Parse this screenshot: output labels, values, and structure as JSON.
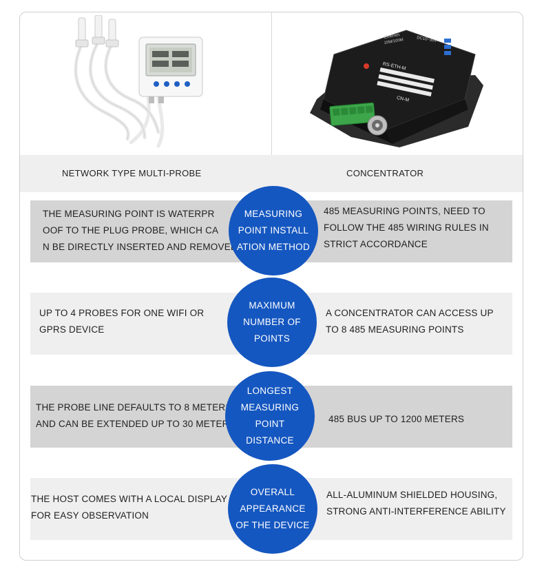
{
  "columns": {
    "left": "NETWORK TYPE MULTI-PROBE",
    "right": "CONCENTRATOR"
  },
  "device_labels": {
    "concentrator_brand_1": "Ethernet",
    "concentrator_brand_2": "10M/100M",
    "concentrator_power": "DC10~30V",
    "concentrator_model": "RS-ETH-M",
    "concentrator_tag": "CN-M"
  },
  "rows": [
    {
      "circle": "MEASURING\nPOINT INSTALL\nATION METHOD",
      "left": "THE MEASURING POINT IS WATERPR\nOOF TO THE PLUG PROBE, WHICH CA\nN BE DIRECTLY INSERTED AND REMOVED.",
      "right": "485 MEASURING POINTS, NEED TO\nFOLLOW THE 485 WIRING RULES IN\nSTRICT ACCORDANCE"
    },
    {
      "circle": "MAXIMUM\nNUMBER OF\nPOINTS",
      "left": "UP TO 4 PROBES FOR ONE WIFI OR\nGPRS DEVICE",
      "right": "A CONCENTRATOR CAN ACCESS UP\nTO 8 485 MEASURING POINTS"
    },
    {
      "circle": "LONGEST\nMEASURING\nPOINT\nDISTANCE",
      "left": "THE PROBE LINE DEFAULTS TO 8 METERS\nAND CAN BE EXTENDED UP TO 30 METERS.",
      "right": "485 BUS UP TO 1200 METERS"
    },
    {
      "circle": "OVERALL\nAPPEARANCE\nOF THE DEVICE",
      "left": "THE HOST COMES WITH A LOCAL DISPLAY\nFOR EASY OBSERVATION",
      "right": "ALL-ALUMINUM SHIELDED HOUSING,\nSTRONG ANTI-INTERFERENCE ABILITY"
    }
  ]
}
